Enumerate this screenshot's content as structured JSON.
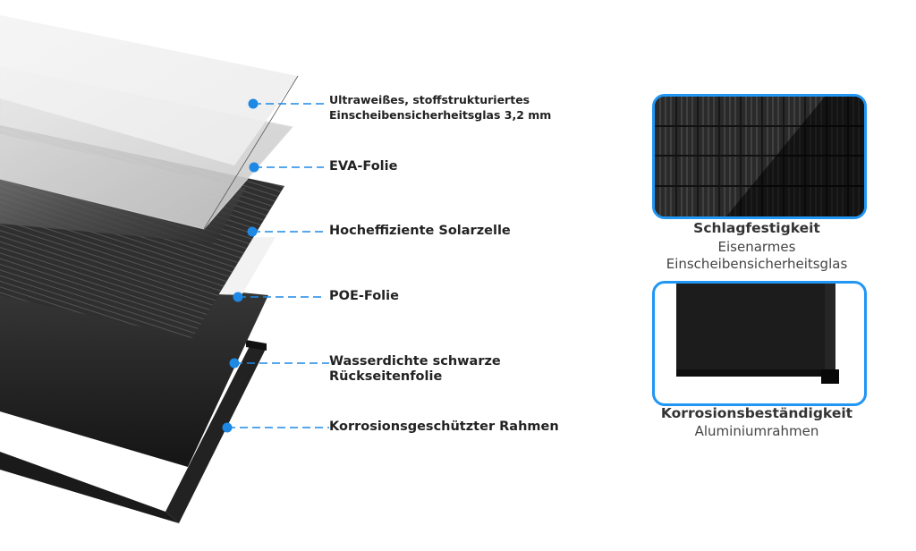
{
  "accent_color": "#1e88e5",
  "layers": [
    {
      "id": "glass",
      "label_lines": [
        "Ultraweißes, stoffstrukturiertes",
        "Einscheibensicherheitsglas 3,2 mm"
      ]
    },
    {
      "id": "eva",
      "label_lines": [
        "EVA-Folie"
      ]
    },
    {
      "id": "cell",
      "label_lines": [
        "Hocheffiziente Solarzelle"
      ]
    },
    {
      "id": "poe",
      "label_lines": [
        "POE-Folie"
      ]
    },
    {
      "id": "backsheet",
      "label_lines": [
        "Wasserdichte schwarze",
        "Rückseitenfolie"
      ]
    },
    {
      "id": "frame",
      "label_lines": [
        "Korrosionsgeschützter Rahmen"
      ]
    }
  ],
  "features": [
    {
      "title": "Schlagfestigkeit",
      "subtitle_lines": [
        "Eisenarmes",
        "Einscheibensicherheitsglas"
      ],
      "image": "solar-cell-closeup"
    },
    {
      "title": "Korrosionsbeständigkeit",
      "subtitle_lines": [
        "Aluminiumrahmen"
      ],
      "image": "frame-corner-closeup"
    }
  ]
}
